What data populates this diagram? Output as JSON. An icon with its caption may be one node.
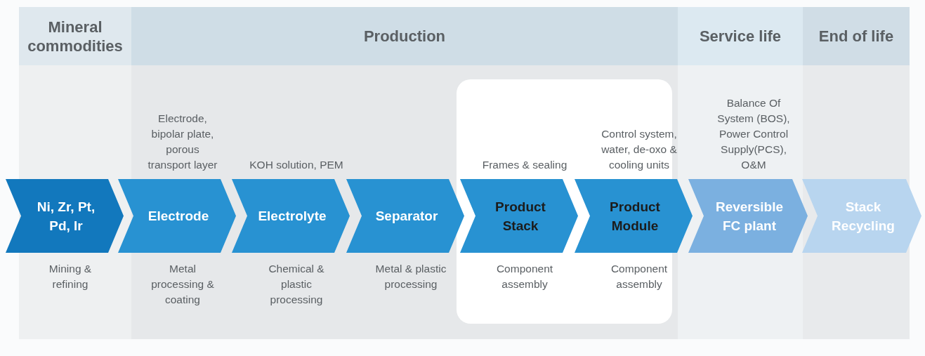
{
  "diagram": {
    "nodes": [
      {
        "text": [
          "Mineral commodities"
        ]
      },
      {
        "text": [
          "Production"
        ]
      },
      {
        "text": [
          "Service life"
        ]
      },
      {
        "text": [
          "End of life"
        ]
      },
      {
        "text": [
          "Ni, Zr, Pt, Pd, Ir"
        ],
        "beside": [
          "Mining & refining"
        ]
      },
      {
        "text": [
          "Electrode"
        ],
        "beside": [
          "Electrode, bipolar plate, porous transport layer",
          "Metal processing & coating"
        ]
      },
      {
        "text": [
          "Electrolyte"
        ],
        "beside": [
          "KOH solution, PEM",
          "Chemical & plastic processing"
        ]
      },
      {
        "text": [
          "Separator"
        ],
        "beside": [
          "Metal & plastic processing"
        ]
      },
      {
        "text": [
          "Product Stack"
        ],
        "beside": [
          "Frames & sealing",
          "Component assembly"
        ]
      },
      {
        "text": [
          "Product Module"
        ],
        "beside": [
          "Control system, water, de-oxo & cooling units",
          "Component assembly"
        ]
      },
      {
        "text": [
          "Reversible FC plant"
        ],
        "beside": [
          "Balance Of System (BOS), Power Control Supply(PCS), O&M"
        ]
      },
      {
        "text": [
          "Stack Recycling"
        ]
      }
    ]
  }
}
